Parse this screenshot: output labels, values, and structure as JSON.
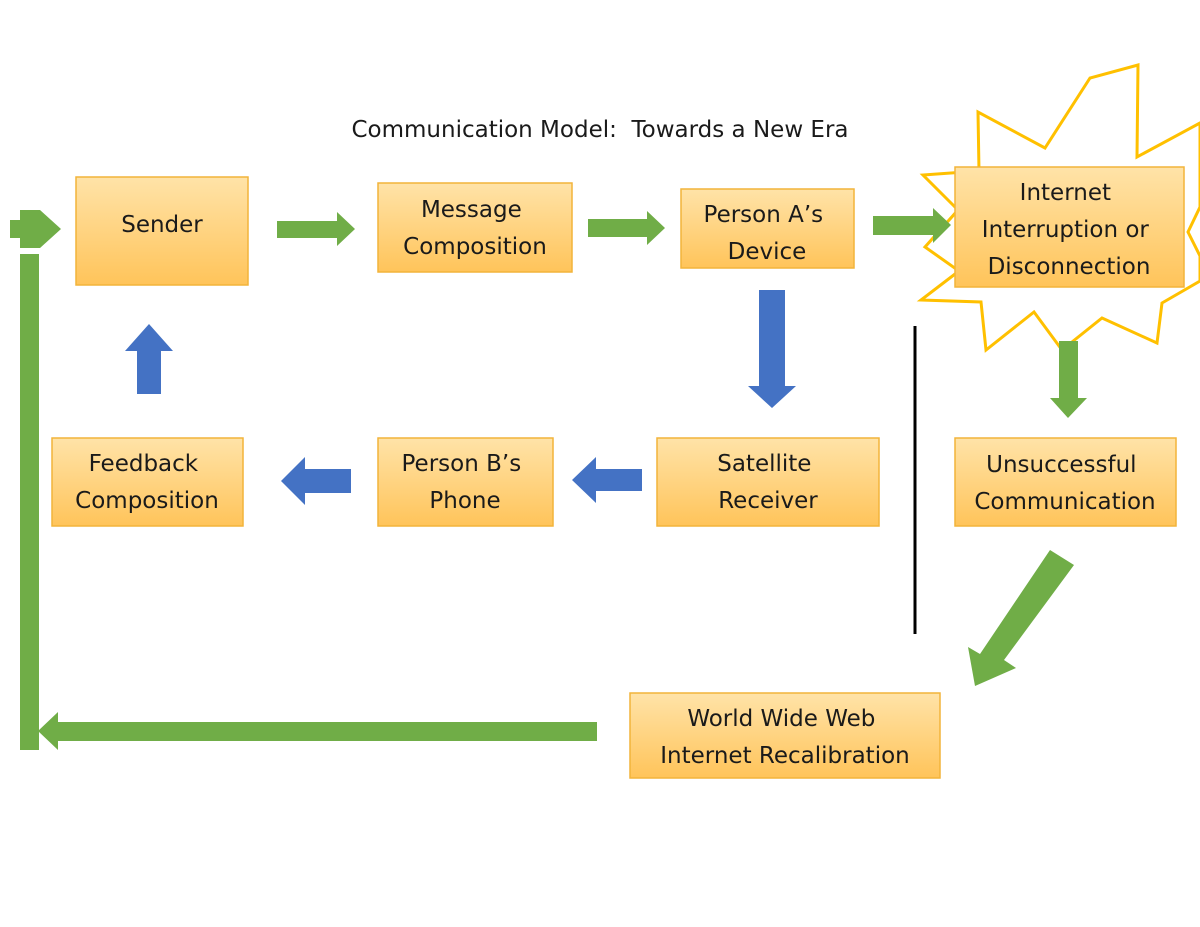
{
  "title": "Communication Model:  Towards a New Era",
  "colors": {
    "box_fill_top": "#FFE3A8",
    "box_fill_bottom": "#FFC45A",
    "box_border": "#F2B43A",
    "green_arrow": "#70AD47",
    "blue_arrow": "#4472C4",
    "burst_stroke": "#FFC000",
    "divider": "#000000"
  },
  "boxes": {
    "sender": [
      "Sender"
    ],
    "message_composition": [
      "Message",
      "Composition"
    ],
    "person_a_device": [
      "Person A’s",
      "Device"
    ],
    "internet_interruption": [
      "Internet",
      "Interruption or",
      "Disconnection"
    ],
    "feedback_composition": [
      "Feedback",
      "Composition"
    ],
    "person_b_phone": [
      "Person B’s",
      "Phone"
    ],
    "satellite_receiver": [
      "Satellite",
      "Receiver"
    ],
    "unsuccessful_communication": [
      "Unsuccessful",
      "Communication"
    ],
    "www_recalibration": [
      "World Wide Web",
      "Internet Recalibration"
    ]
  }
}
